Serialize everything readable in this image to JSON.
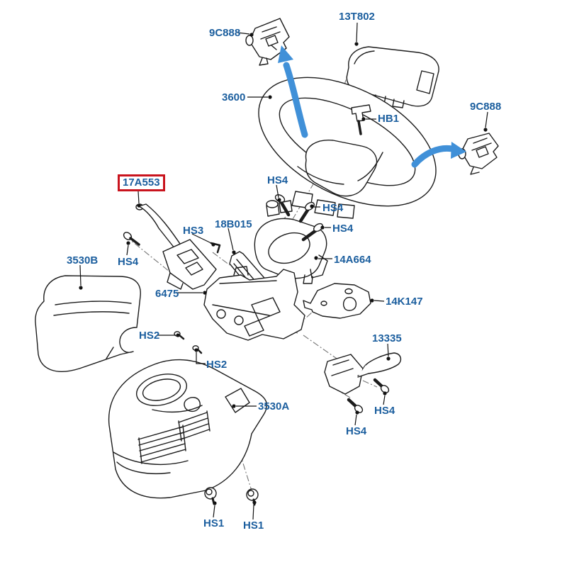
{
  "diagram": {
    "description": "Exploded parts diagram of steering wheel and steering column assembly",
    "colors": {
      "label_text": "#1b5e9e",
      "highlight_box": "#c9141e",
      "arrow": "#4090d8",
      "line_art": "#1c1c1c"
    },
    "labels": [
      {
        "text": "9C888"
      },
      {
        "text": "13T802"
      },
      {
        "text": "3600"
      },
      {
        "text": "9C888"
      },
      {
        "text": "HB1"
      },
      {
        "text": "17A553",
        "highlighted": true
      },
      {
        "text": "HS4"
      },
      {
        "text": "HS4"
      },
      {
        "text": "HS4"
      },
      {
        "text": "HS3"
      },
      {
        "text": "18B015"
      },
      {
        "text": "14A664"
      },
      {
        "text": "3530B"
      },
      {
        "text": "HS4"
      },
      {
        "text": "6475"
      },
      {
        "text": "HS2"
      },
      {
        "text": "14K147"
      },
      {
        "text": "HS2"
      },
      {
        "text": "13335"
      },
      {
        "text": "3530A"
      },
      {
        "text": "HS4"
      },
      {
        "text": "HS4"
      },
      {
        "text": "HS1"
      },
      {
        "text": "HS1"
      }
    ]
  }
}
